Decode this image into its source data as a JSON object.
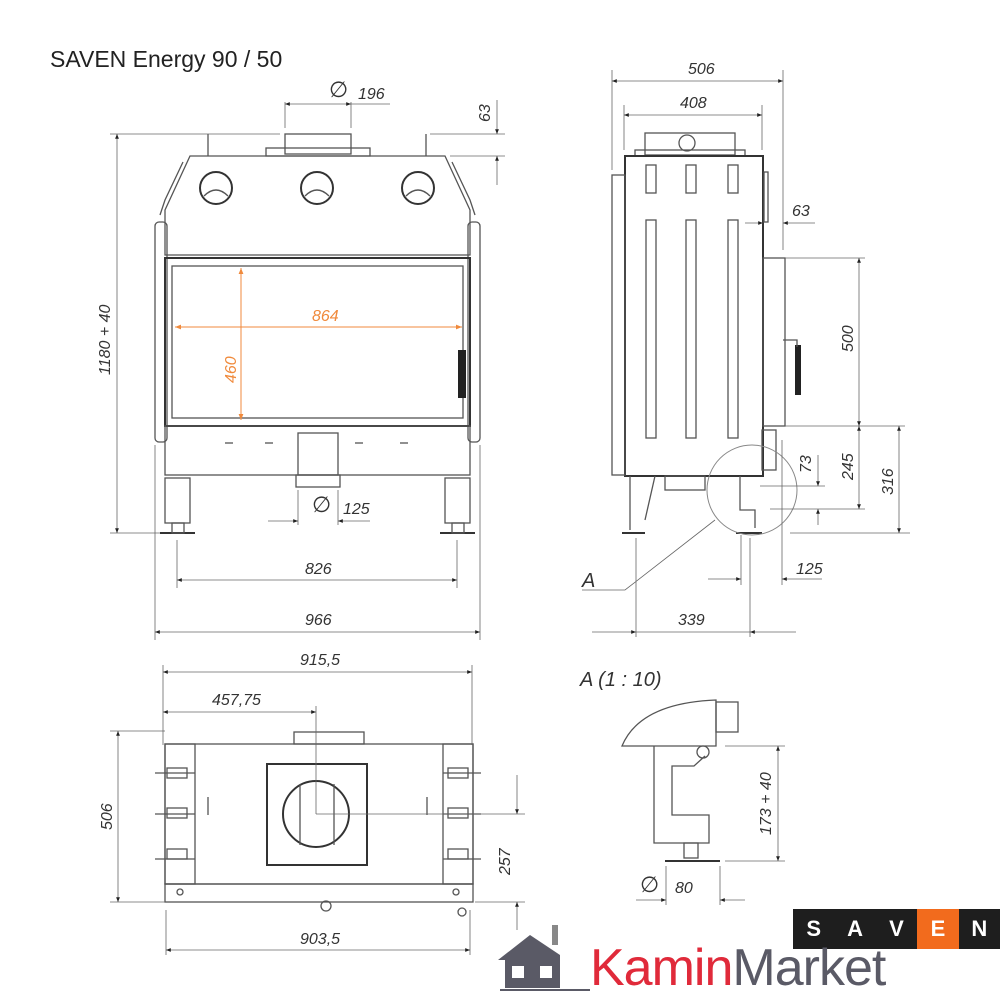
{
  "title": "SAVEN Energy 90 / 50",
  "front_view": {
    "flue_diameter": "196",
    "flue_height": "63",
    "height_total": "1180 + 40",
    "glass_width": "864",
    "glass_height": "460",
    "air_inlet_diameter": "125",
    "legs_span": "826",
    "total_width": "966",
    "diameter_symbol": "∅"
  },
  "side_view": {
    "depth_total": "506",
    "depth_body": "408",
    "flue_offset": "63",
    "door_height": "500",
    "dim_73": "73",
    "dim_245": "245",
    "dim_316": "316",
    "inlet_offset": "125",
    "leg_depth": "339",
    "detail_callout": "A"
  },
  "top_view": {
    "width_top": "915,5",
    "center_offset": "457,75",
    "depth": "506",
    "flue_center": "257",
    "width_bottom": "903,5"
  },
  "detail_view": {
    "title": "A (1 : 10)",
    "height": "173 + 40",
    "foot_diameter": "80",
    "diameter_symbol": "∅"
  },
  "branding": {
    "saven_letters": [
      "S",
      "A",
      "V",
      "E",
      "N"
    ],
    "saven_highlight_index": 3,
    "saven_highlight_color": "#f26b1d",
    "kamin": "Kamin",
    "market": "Market",
    "kamin_color": "#e02a3a",
    "market_color": "#5a5a66"
  },
  "colors": {
    "dimension_accent": "#f08a3c",
    "line": "#555555"
  }
}
